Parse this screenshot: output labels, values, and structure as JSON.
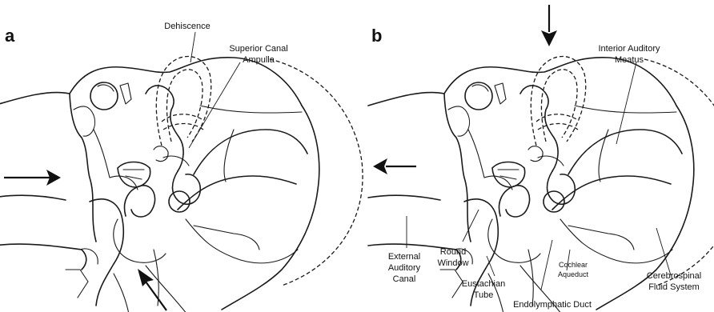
{
  "panels": [
    {
      "letter": "a",
      "labels": {
        "dehiscence": "Dehiscence",
        "superior_canal_1": "Superior Canal",
        "superior_canal_2": "Ampulla"
      }
    },
    {
      "letter": "b",
      "labels": {
        "iam_1": "Interior Auditory",
        "iam_2": "Meatus",
        "eac_1": "External",
        "eac_2": "Auditory",
        "eac_3": "Canal",
        "rw_1": "Round",
        "rw_2": "Window",
        "et_1": "Eustachian",
        "et_2": "Tube",
        "ca_1": "Cochlear",
        "ca_2": "Aqueduct",
        "ed": "Endolymphatic Duct",
        "csf_1": "Cerebrospinal",
        "csf_2": "Fluid System"
      }
    }
  ]
}
